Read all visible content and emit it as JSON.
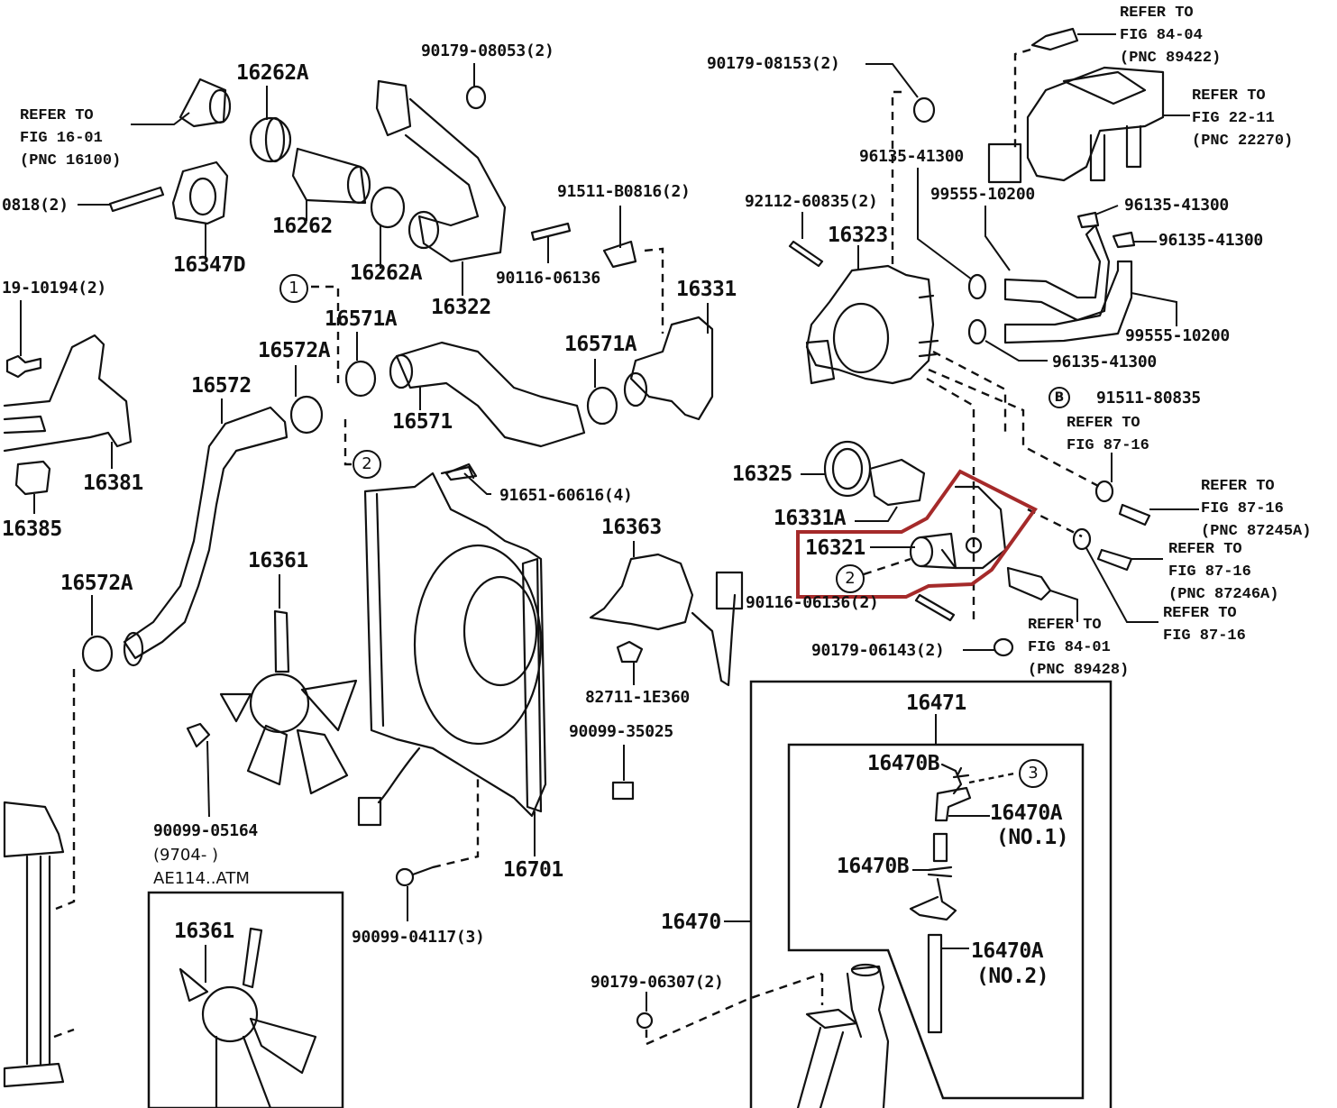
{
  "diagram": {
    "title": "Radiator & water outlet parts diagram",
    "highlight_color": "#a52a2a",
    "highlighted_part": "16321",
    "labels": {
      "p16262A_top": "16262A",
      "p16262": "16262",
      "p16262A_mid": "16262A",
      "p16347D": "16347D",
      "p16322": "16322",
      "p90179_08053": "90179-08053(2)",
      "p91511_B0816": "91511-B0816(2)",
      "p90116_06136_top": "90116-06136",
      "p16331": "16331",
      "p90179_08153": "90179-08153(2)",
      "p96135_41300_a": "96135-41300",
      "p92112_60835": "92112-60835(2)",
      "p16323": "16323",
      "p99555_10200_a": "99555-10200",
      "p96135_41300_b": "96135-41300",
      "p96135_41300_c": "96135-41300",
      "p99555_10200_b": "99555-10200",
      "p96135_41300_d": "96135-41300",
      "p91511_80835": "91511-80835",
      "p0818": "0818(2)",
      "p19_10194": "19-10194(2)",
      "p16571A_left": "16571A",
      "p16572A_top": "16572A",
      "p16572": "16572",
      "p16571": "16571",
      "p16571A_right": "16571A",
      "p16381": "16381",
      "p16385": "16385",
      "p16325": "16325",
      "p16331A": "16331A",
      "p16321": "16321",
      "p90116_06136_2": "90116-06136(2)",
      "p90179_06143": "90179-06143(2)",
      "p91651_60616": "91651-60616(4)",
      "p16363": "16363",
      "p16361_main": "16361",
      "p16572A_left": "16572A",
      "p82711_1E360": "82711-1E360",
      "p90099_35025": "90099-35025",
      "p90099_05164": "90099-05164",
      "p90099_05164_note1": "(9704-        )",
      "p90099_05164_note2": "AE114..ATM",
      "p16701": "16701",
      "p90099_04117": "90099-04117(3)",
      "p16361_inset": "16361",
      "p16471": "16471",
      "p16470B_a": "16470B",
      "p16470A_no1": "16470A",
      "p16470A_no1_sub": "(NO.1)",
      "p16470B_b": "16470B",
      "p16470A_no2": "16470A",
      "p16470A_no2_sub": "(NO.2)",
      "p16470": "16470",
      "p90179_06307": "90179-06307(2)"
    },
    "references": {
      "fig16_01": [
        "REFER TO",
        "FIG 16-01",
        "(PNC 16100)"
      ],
      "fig84_04": [
        "REFER TO",
        "FIG 84-04",
        "(PNC 89422)"
      ],
      "fig22_11": [
        "REFER TO",
        "FIG 22-11",
        "(PNC 22270)"
      ],
      "fig87_16_a": [
        "REFER TO",
        "FIG 87-16"
      ],
      "fig87_16_b": [
        "REFER TO",
        "FIG 87-16",
        "(PNC 87245A)"
      ],
      "fig87_16_c": [
        "REFER TO",
        "FIG 87-16",
        "(PNC 87246A)"
      ],
      "fig87_16_d": [
        "REFER TO",
        "FIG 87-16"
      ],
      "fig84_01": [
        "REFER TO",
        "FIG 84-01",
        "(PNC 89428)"
      ]
    },
    "callouts": {
      "c1": "1",
      "c2_left": "2",
      "c2_right": "2",
      "c3": "3",
      "cB": "B"
    }
  }
}
